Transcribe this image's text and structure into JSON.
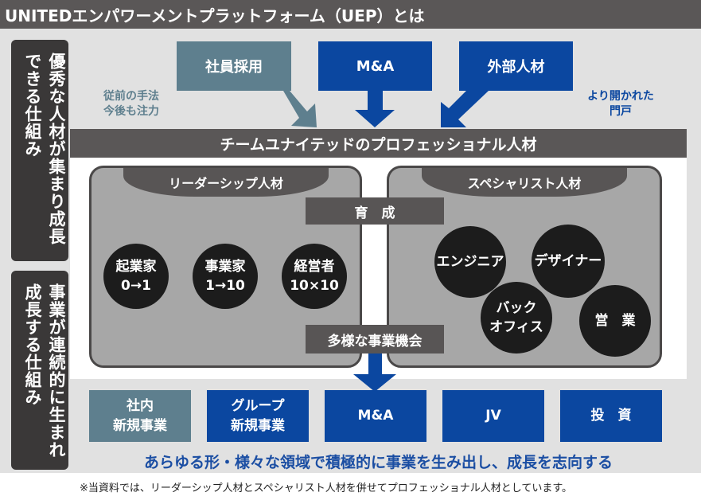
{
  "title": "UNITEDエンパワーメントプラットフォーム（UEP）とは",
  "left_labels": [
    "優秀な人材が集まり成長できる仕組み",
    "事業が連続的に生まれ成長する仕組み"
  ],
  "top_sources": [
    {
      "label": "社員採用",
      "color": "#5e7f8e"
    },
    {
      "label": "M&A",
      "color": "#0b47a0"
    },
    {
      "label": "外部人材",
      "color": "#0b47a0"
    }
  ],
  "notes": {
    "left": [
      "従前の手法",
      "今後も注力"
    ],
    "right": [
      "より開かれた",
      "門戸"
    ]
  },
  "team_bar": "チームユナイテッドのプロフェッショナル人材",
  "leadership": {
    "label": "リーダーシップ人材",
    "items": [
      {
        "name": "起業家",
        "sub": "0→1"
      },
      {
        "name": "事業家",
        "sub": "1→10"
      },
      {
        "name": "経営者",
        "sub": "10×10"
      }
    ]
  },
  "specialist": {
    "label": "スペシャリスト人材",
    "items": [
      "エンジニア",
      "デザイナー",
      "バック",
      "オフィス",
      "営　業"
    ]
  },
  "growth_label": "育　成",
  "opportunity_label": "多様な事業機会",
  "outcomes": [
    {
      "lines": [
        "社内",
        "新規事業"
      ],
      "color": "#5e7f8e"
    },
    {
      "lines": [
        "グループ",
        "新規事業"
      ],
      "color": "#0b47a0"
    },
    {
      "lines": [
        "M&A"
      ],
      "color": "#0b47a0"
    },
    {
      "lines": [
        "JV"
      ],
      "color": "#0b47a0"
    },
    {
      "lines": [
        "投　資"
      ],
      "color": "#0b47a0"
    }
  ],
  "slogan": "あらゆる形・様々な領域で積極的に事業を生み出し、成長を志向する",
  "footnote": "※当資料では、リーダーシップ人材とスペシャリスト人材を併せてプロフェッショナル人材としています。",
  "colors": {
    "dark": "#5a5757",
    "teal": "#5e7f8e",
    "blue": "#0b47a0",
    "circle": "#1c1c1c",
    "group_fill": "#a7a7a7"
  }
}
